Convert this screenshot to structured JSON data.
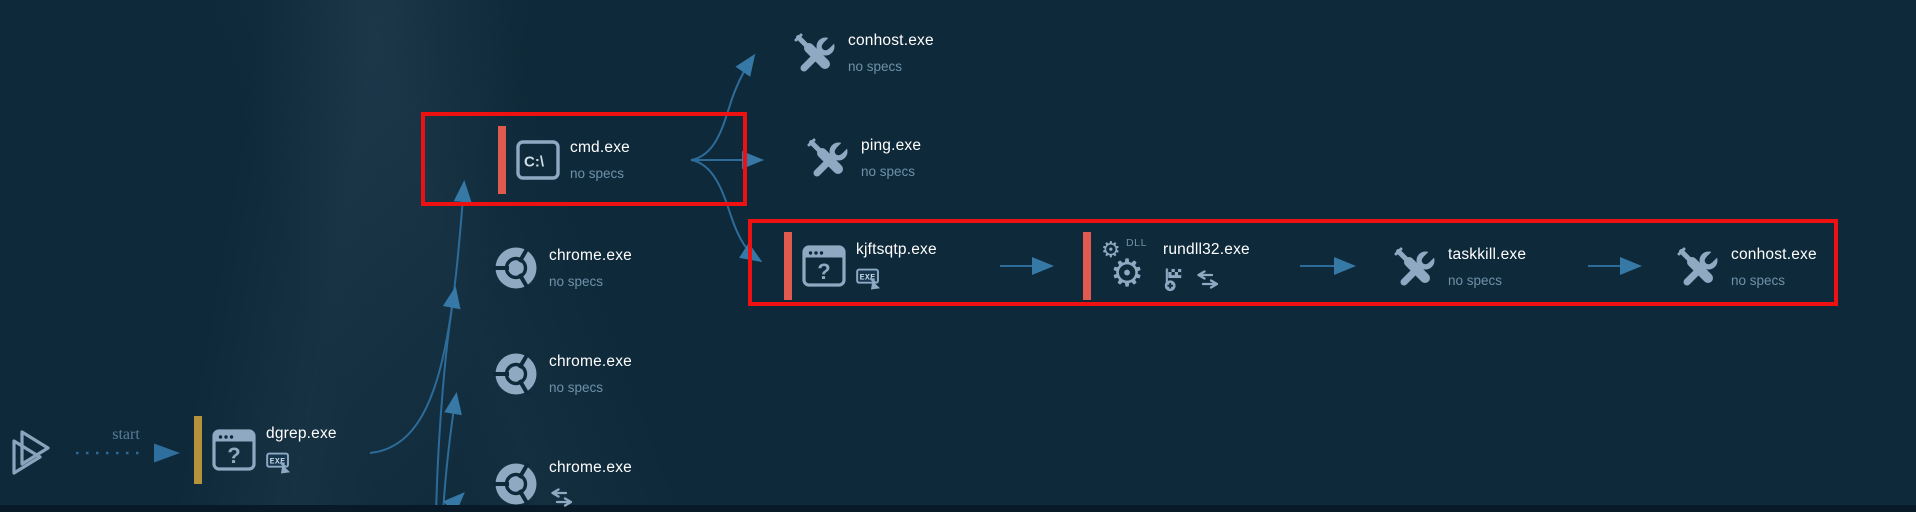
{
  "app": {
    "type": "sandbox-process-graph",
    "description": "Malware sandbox process tree visualization"
  },
  "start": {
    "label": "start"
  },
  "nodes": [
    {
      "id": "dgrep",
      "name": "dgrep.exe",
      "sub": "",
      "icon": "window-question-icon",
      "bar": "gold",
      "badges": [
        "exe-file"
      ]
    },
    {
      "id": "cmd",
      "name": "cmd.exe",
      "sub": "no specs",
      "icon": "cmd-prompt-icon",
      "bar": "red",
      "highlighted": true
    },
    {
      "id": "conhost-top",
      "name": "conhost.exe",
      "sub": "no specs",
      "icon": "tools-icon"
    },
    {
      "id": "ping",
      "name": "ping.exe",
      "sub": "no specs",
      "icon": "tools-icon"
    },
    {
      "id": "kjftsqtp",
      "name": "kjftsqtp.exe",
      "sub": "",
      "icon": "window-question-icon",
      "bar": "red",
      "badges": [
        "exe-file"
      ],
      "highlighted": true
    },
    {
      "id": "rundll32",
      "name": "rundll32.exe",
      "sub": "",
      "icon": "dll-gears-icon",
      "bar": "red",
      "icon_label": "DLL",
      "badges": [
        "autostart-flag",
        "network-activity"
      ],
      "highlighted": true
    },
    {
      "id": "taskkill",
      "name": "taskkill.exe",
      "sub": "no specs",
      "icon": "tools-icon",
      "highlighted": true
    },
    {
      "id": "conhost-chain",
      "name": "conhost.exe",
      "sub": "no specs",
      "icon": "tools-icon",
      "highlighted": true
    },
    {
      "id": "chrome-1",
      "name": "chrome.exe",
      "sub": "no specs",
      "icon": "chrome-icon"
    },
    {
      "id": "chrome-2",
      "name": "chrome.exe",
      "sub": "no specs",
      "icon": "chrome-icon"
    },
    {
      "id": "chrome-3",
      "name": "chrome.exe",
      "sub": "",
      "icon": "chrome-icon",
      "badges": [
        "network-activity"
      ]
    }
  ],
  "edges": [
    {
      "from": "start",
      "to": "dgrep.exe",
      "style": "dotted"
    },
    {
      "from": "dgrep.exe",
      "to": "cmd.exe"
    },
    {
      "from": "dgrep.exe",
      "to": "chrome.exe #1"
    },
    {
      "from": "dgrep.exe",
      "to": "chrome.exe #2"
    },
    {
      "from": "dgrep.exe",
      "to": "chrome.exe #3"
    },
    {
      "from": "cmd.exe",
      "to": "conhost.exe"
    },
    {
      "from": "cmd.exe",
      "to": "ping.exe"
    },
    {
      "from": "cmd.exe",
      "to": "kjftsqtp.exe"
    },
    {
      "from": "kjftsqtp.exe",
      "to": "rundll32.exe"
    },
    {
      "from": "rundll32.exe",
      "to": "taskkill.exe"
    },
    {
      "from": "taskkill.exe",
      "to": "conhost.exe"
    }
  ],
  "highlight_boxes": [
    {
      "around": "cmd.exe"
    },
    {
      "around": "kjftsqtp.exe rundll32.exe taskkill.exe conhost.exe"
    }
  ],
  "colors": {
    "background": "#0e2939",
    "process_name": "#ffffff",
    "muted_text": "#6f91a9",
    "icon": "#8fa9c2",
    "edge": "#2d6b99",
    "arrowhead": "#3678a6",
    "highlight_border": "#ee1111",
    "alert_bar": "#e05a50",
    "start_bar": "#b6923d",
    "start_label_color": "#5a7c99"
  }
}
